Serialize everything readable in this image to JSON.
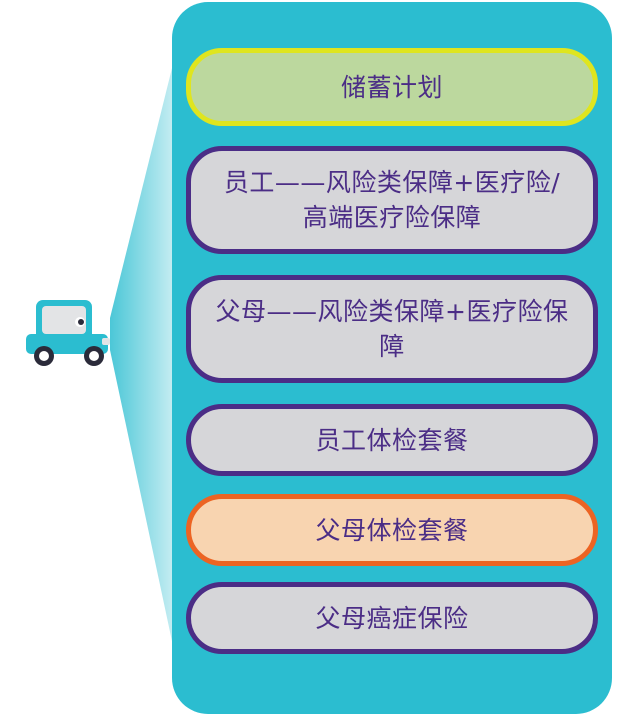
{
  "plans": [
    {
      "id": "savings",
      "label": "储蓄计划"
    },
    {
      "id": "employee-risk",
      "label": "员工——风险类保障+医疗险/高端医疗险保障"
    },
    {
      "id": "parents-risk",
      "label": "父母——风险类保障+医疗险保障"
    },
    {
      "id": "employee-checkup",
      "label": "员工体检套餐"
    },
    {
      "id": "parents-checkup",
      "label": "父母体检套餐"
    },
    {
      "id": "parents-cancer",
      "label": "父母癌症保险"
    }
  ],
  "icons": {
    "vehicle": "car-icon"
  },
  "colors": {
    "panel": "#2bbdd0",
    "item_fill": "#d6d6d9",
    "item_border": "#4b2d86",
    "text": "#4b2d86",
    "savings_fill": "#bcd89e",
    "savings_border": "#dfe51f",
    "highlight_fill": "#f8d4b0",
    "highlight_border": "#ec6423"
  }
}
